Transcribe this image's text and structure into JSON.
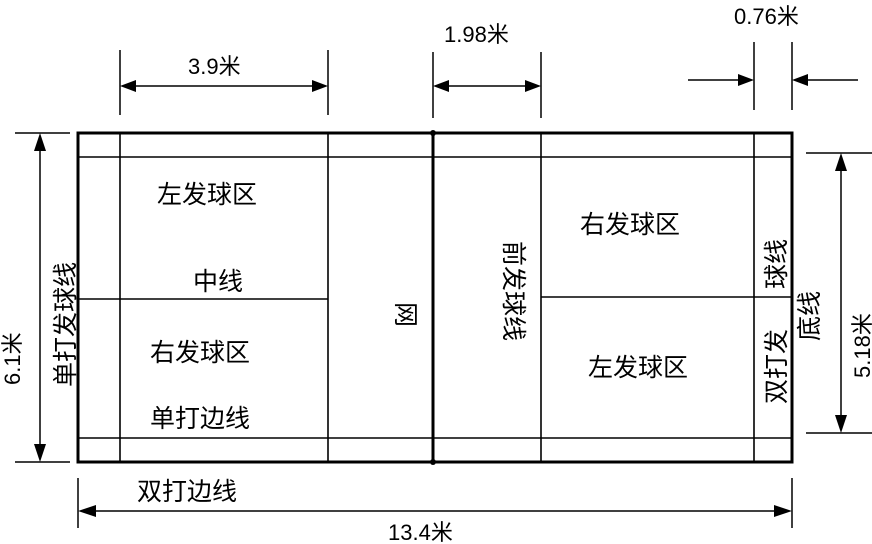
{
  "diagram": {
    "dimensions": {
      "service_depth": "3.9米",
      "net_to_service": "1.98米",
      "long_service_offset": "0.76米",
      "court_width": "6.1米",
      "singles_width": "5.18米",
      "court_length": "13.4米"
    },
    "labels": {
      "left_service_top": "左发球区",
      "center_line": "中线",
      "right_service_bottom": "右发球区",
      "singles_sideline": "单打边线",
      "net": "网",
      "front_service_line": "前发球线",
      "right_service_top": "右发球区",
      "left_service_bottom": "左发球区",
      "doubles_service_line_a": "双打发",
      "doubles_service_line_b": "球线",
      "baseline": "底线",
      "singles_service_line": "单打发球线",
      "doubles_sideline": "双打边线"
    }
  }
}
